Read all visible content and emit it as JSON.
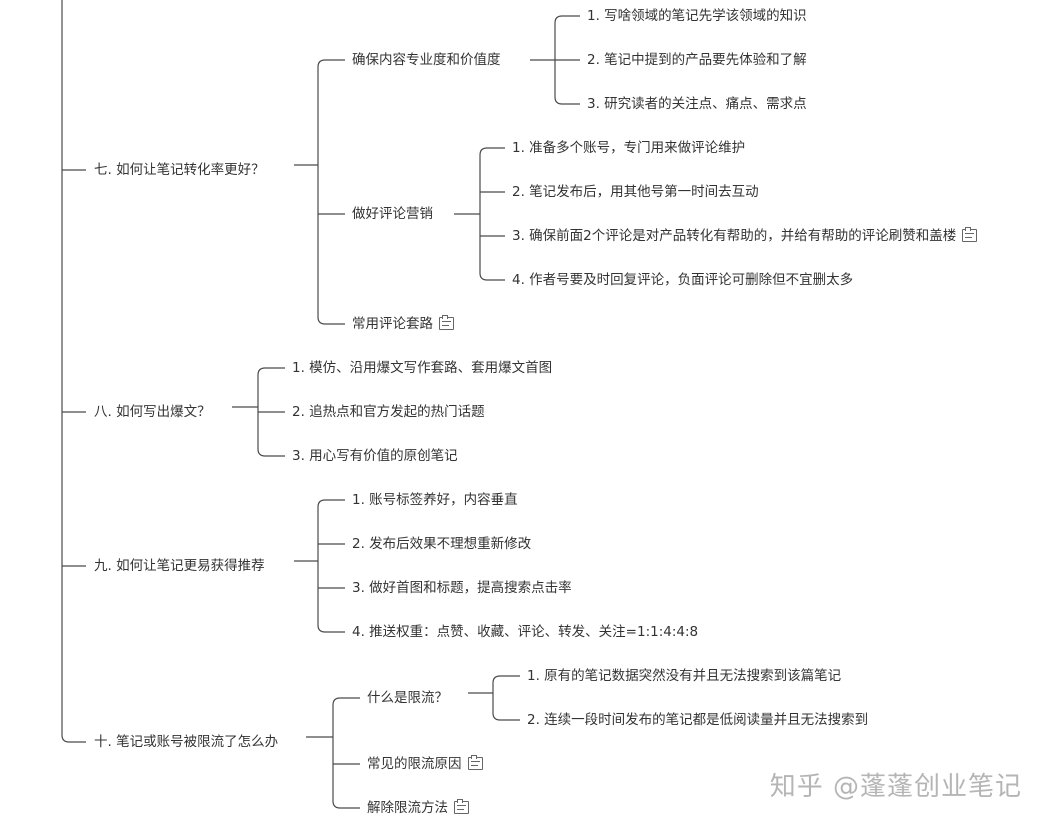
{
  "branches": [
    {
      "id": "b7",
      "label": "七. 如何让笔记转化率更好？",
      "children": [
        {
          "label": "确保内容专业度和价值度",
          "children": [
            "1. 写啥领域的笔记先学该领域的知识",
            "2. 笔记中提到的产品要先体验和了解",
            "3. 研究读者的关注点、痛点、需求点"
          ]
        },
        {
          "label": "做好评论营销",
          "children": [
            "1. 准备多个账号，专门用来做评论维护",
            "2. 笔记发布后，用其他号第一时间去互动",
            "3. 确保前面2个评论是对产品转化有帮助的，并给有帮助的评论刷赞和盖楼",
            "4. 作者号要及时回复评论，负面评论可删除但不宜删太多"
          ]
        },
        {
          "label": "常用评论套路"
        }
      ]
    },
    {
      "id": "b8",
      "label": "八. 如何写出爆文？",
      "children": [
        "1. 模仿、沿用爆文写作套路、套用爆文首图",
        "2. 追热点和官方发起的热门话题",
        "3. 用心写有价值的原创笔记"
      ]
    },
    {
      "id": "b9",
      "label": "九. 如何让笔记更易获得推荐",
      "children": [
        "1. 账号标签养好，内容垂直",
        "2. 发布后效果不理想重新修改",
        "3. 做好首图和标题，提高搜索点击率",
        "4. 推送权重：点赞、收藏、评论、转发、关注=1:1:4:4:8"
      ]
    },
    {
      "id": "b10",
      "label": "十. 笔记或账号被限流了怎么办",
      "children": [
        {
          "label": "什么是限流？",
          "children": [
            "1. 原有的笔记数据突然没有并且无法搜索到该篇笔记",
            "2. 连续一段时间发布的笔记都是低阅读量并且无法搜索到"
          ]
        },
        {
          "label": "常见的限流原因"
        },
        {
          "label": "解除限流方法"
        }
      ]
    }
  ],
  "watermark": "知乎 @蓬蓬创业笔记",
  "icons": {
    "note": "note-icon"
  },
  "colors": {
    "line": "#4a4a4a",
    "text": "#333333"
  }
}
